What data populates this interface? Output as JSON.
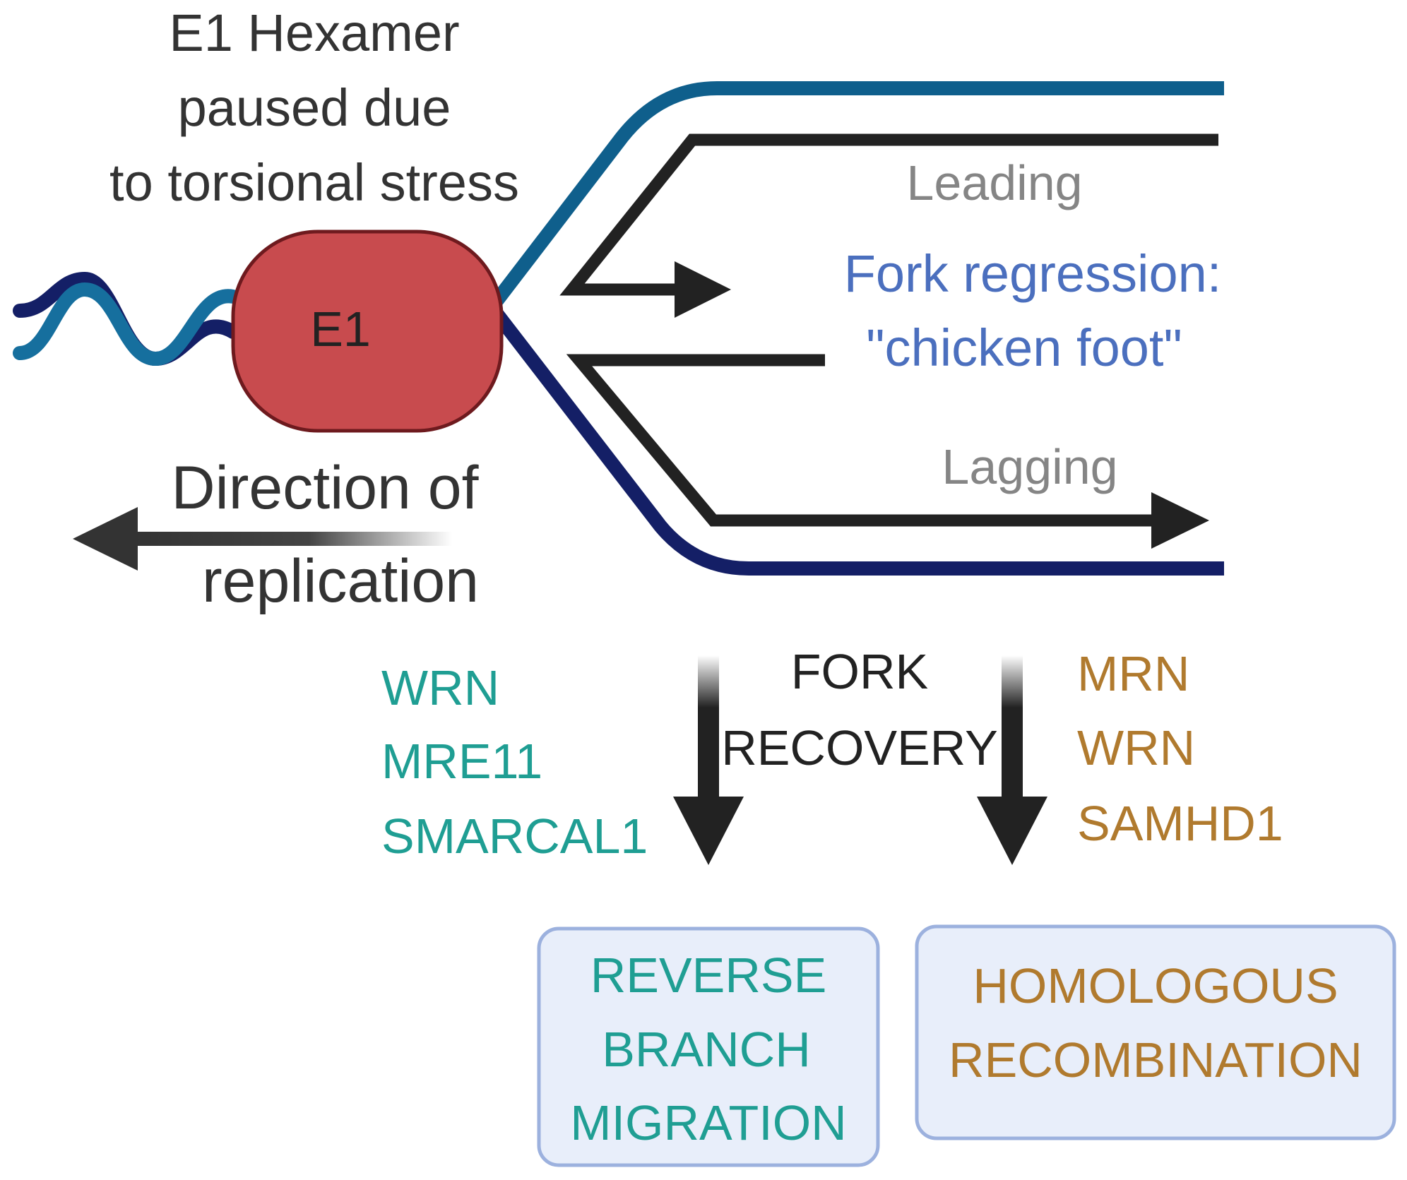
{
  "title_lines": [
    "E1 Hexamer",
    "paused due",
    "to torsional stress"
  ],
  "helicase_label": "E1",
  "direction_lines": [
    "Direction of",
    "replication"
  ],
  "strand_labels": {
    "leading": "Leading",
    "lagging": "Lagging"
  },
  "regression_lines": [
    "Fork regression:",
    "\"chicken foot\""
  ],
  "recovery_lines": [
    "FORK",
    "RECOVERY"
  ],
  "left_factors": [
    "WRN",
    "MRE11",
    "SMARCAL1"
  ],
  "right_factors": [
    "MRN",
    "WRN",
    "SAMHD1"
  ],
  "outcome_left_lines": [
    "REVERSE",
    "BRANCH",
    "MIGRATION"
  ],
  "outcome_right_lines": [
    "HOMOLOGOUS",
    "RECOMBINATION"
  ],
  "colors": {
    "text_dark": "#333333",
    "text_gray": "#858585",
    "regression_blue": "#4b6fbe",
    "teal": "#1f9e93",
    "brown": "#b07a2e",
    "e1_fill": "#c84b4e",
    "e1_stroke": "#6e1a1e",
    "strand_blue": "#0f5f8c",
    "strand_navy": "#141f66",
    "strand_light": "#166f9e",
    "box_fill": "#e8eefa",
    "box_stroke": "#9cb1de"
  }
}
